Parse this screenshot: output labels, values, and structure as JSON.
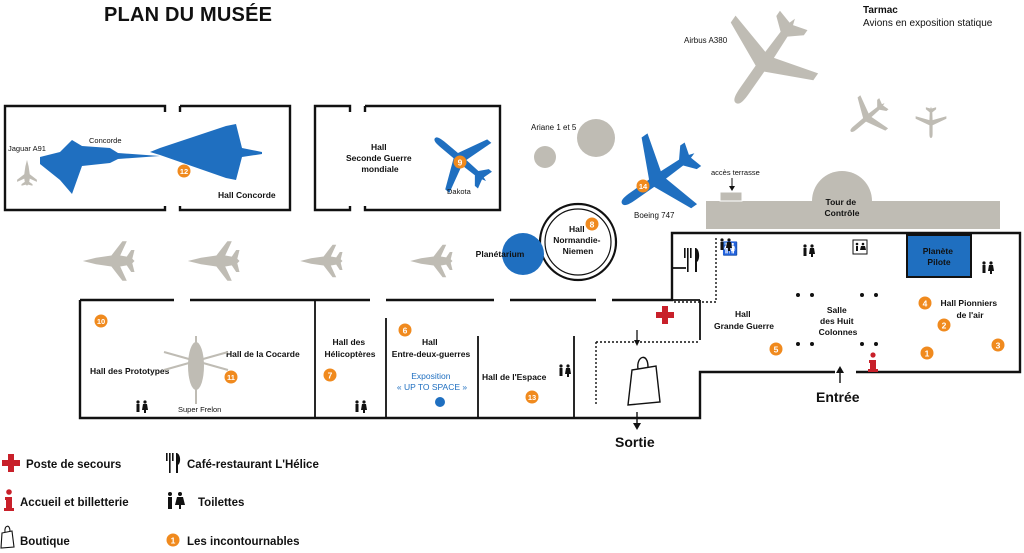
{
  "title": "PLAN DU MUSÉE",
  "tarmac": {
    "title": "Tarmac",
    "subtitle": "Avions en exposition statique"
  },
  "aircraft_labels": {
    "airbus": "Airbus A380",
    "ariane": "Ariane 1 et 5",
    "jaguar": "Jaguar A91",
    "concorde": "Concorde",
    "dakota": "Dakota",
    "boeing": "Boeing 747",
    "super_frelon": "Super Frelon"
  },
  "halls": {
    "concorde": "Hall Concorde",
    "seconde_guerre": [
      "Hall",
      "Seconde Guerre",
      "mondiale"
    ],
    "normandie": [
      "Hall",
      "Normandie-",
      "Niemen"
    ],
    "planetarium": "Planétarium",
    "tour": [
      "Tour de",
      "Contrôle"
    ],
    "planete_pilote": [
      "Planète",
      "Pilote"
    ],
    "grande_guerre": [
      "Hall",
      "Grande Guerre"
    ],
    "huit_colonnes": [
      "Salle",
      "des Huit",
      "Colonnes"
    ],
    "pionniers": [
      "Hall Pionniers",
      "de l'air"
    ],
    "prototypes": "Hall des Prototypes",
    "cocarde": "Hall de la Cocarde",
    "helicopteres": [
      "Hall des",
      "Hélicoptères"
    ],
    "entre_deux": [
      "Hall",
      "Entre-deux-guerres"
    ],
    "espace": "Hall de l'Espace"
  },
  "exposition": {
    "line1": "Exposition",
    "line2": "« UP TO SPACE »"
  },
  "acces_terrasse": "accès terrasse",
  "entree": "Entrée",
  "sortie": "Sortie",
  "markers": [
    "1",
    "2",
    "3",
    "4",
    "5",
    "6",
    "7",
    "8",
    "9",
    "10",
    "11",
    "12",
    "13",
    "14"
  ],
  "legend": {
    "secours": "Poste de secours",
    "accueil": "Accueil et billetterie",
    "boutique": "Boutique",
    "cafe": "Café-restaurant L'Hélice",
    "toilettes": "Toilettes",
    "incontournables": "Les incontournables",
    "incontournable_sample": "1"
  },
  "colors": {
    "blue": "#1f6fc0",
    "grey": "#bfbcb4",
    "orange": "#f08a1e",
    "red": "#c8202a"
  }
}
